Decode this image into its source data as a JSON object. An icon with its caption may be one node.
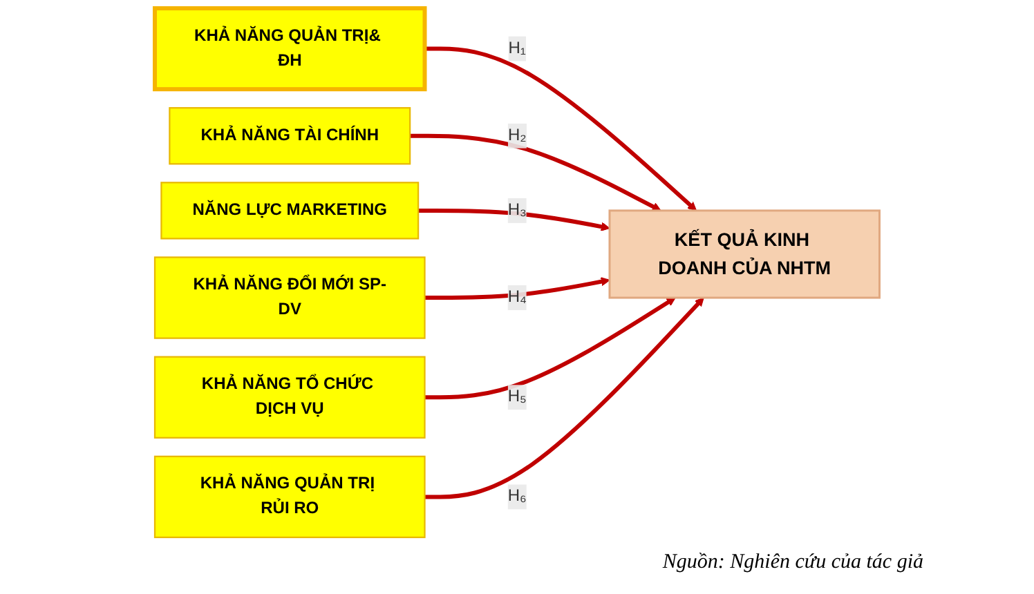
{
  "diagram": {
    "caption": "Nguồn: Nghiên cứu của tác giả",
    "nodes": [
      {
        "text": [
          "KHẢ NĂNG QUẢN TRỊ& ĐH"
        ]
      },
      {
        "text": [
          "KHẢ NĂNG TÀI CHÍNH"
        ]
      },
      {
        "text": [
          "NĂNG LỰC MARKETING"
        ]
      },
      {
        "text": [
          "KHẢ NĂNG ĐỔI MỚI SP-DV"
        ]
      },
      {
        "text": [
          "KHẢ NĂNG TỔ CHỨC DỊCH VỤ"
        ]
      },
      {
        "text": [
          "KHẢ NĂNG QUẢN TRỊ RỦI RO"
        ]
      },
      {
        "text": [
          "KẾT QUẢ KINH DOANH CỦA NHTM"
        ]
      }
    ],
    "edges": [
      {
        "from": 0,
        "to": 6,
        "arrow": "to",
        "label": "H₁"
      },
      {
        "from": 1,
        "to": 6,
        "arrow": "to",
        "label": "H₂"
      },
      {
        "from": 2,
        "to": 6,
        "arrow": "to",
        "label": "H₃"
      },
      {
        "from": 3,
        "to": 6,
        "arrow": "to",
        "label": "H₄"
      },
      {
        "from": 4,
        "to": 6,
        "arrow": "to",
        "label": "H₅"
      },
      {
        "from": 5,
        "to": 6,
        "arrow": "to",
        "label": "H₆"
      }
    ]
  }
}
